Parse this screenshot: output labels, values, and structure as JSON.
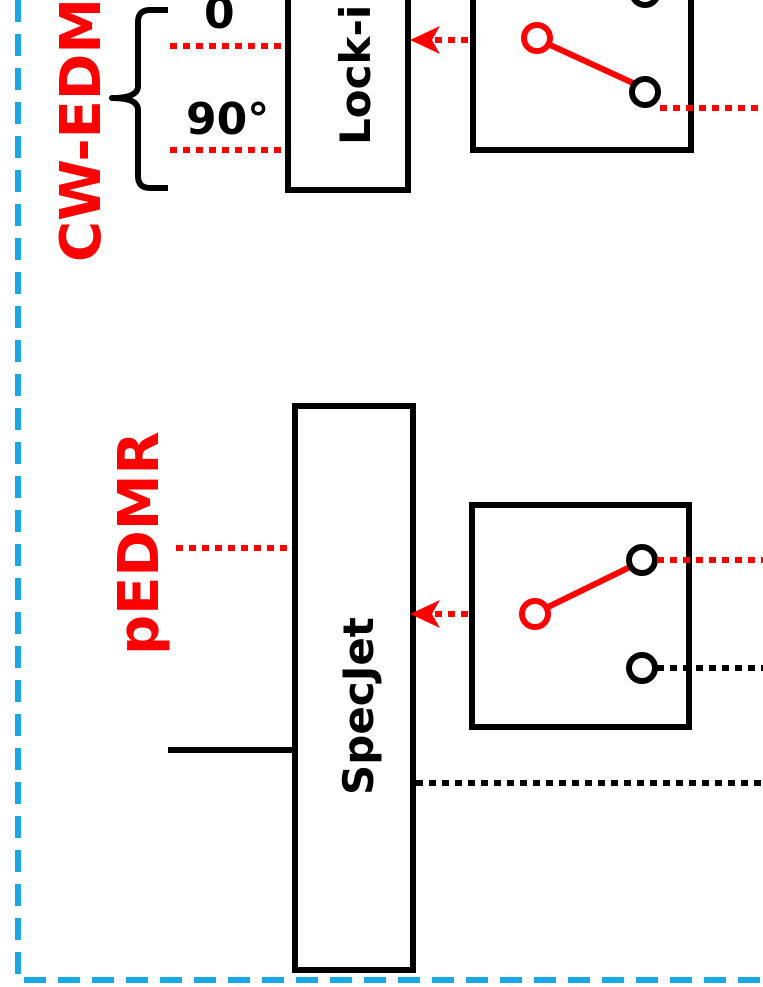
{
  "labels": {
    "cw_edmr": "CW-EDM",
    "pedmr": "pEDMR",
    "phase_0": "0",
    "phase_90": "90°",
    "lock_in": "Lock-i",
    "specjet": "SpecJet"
  },
  "colors": {
    "frame_dashed": "#1aa7e6",
    "signal_red": "#ff0000",
    "line_black": "#000000"
  }
}
